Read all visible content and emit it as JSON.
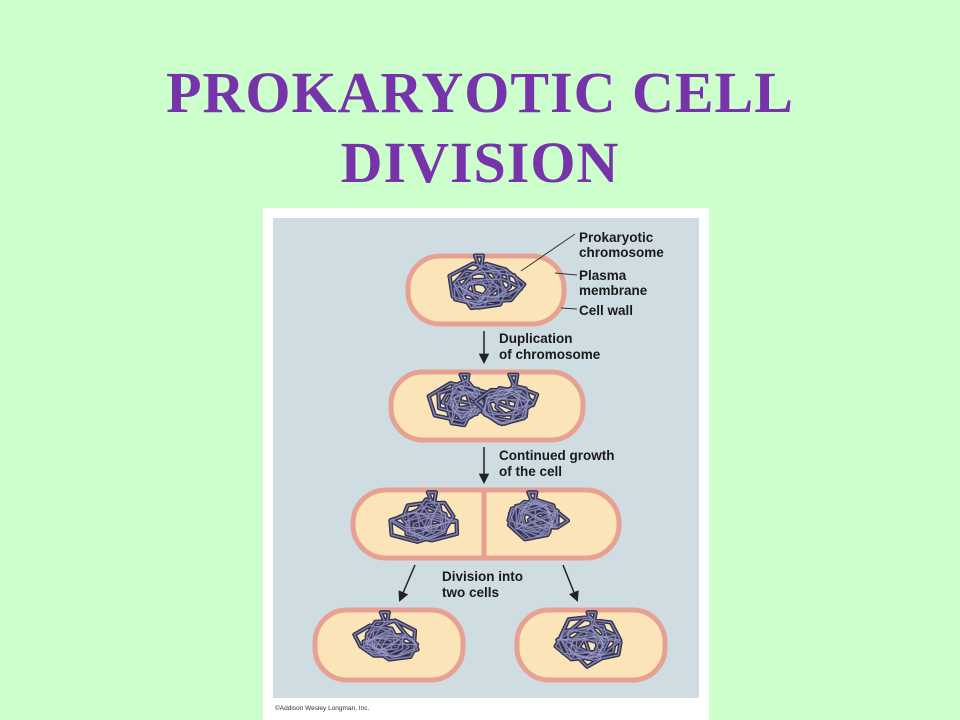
{
  "slide": {
    "title_line1": "PROKARYOTIC CELL",
    "title_line2": "DIVISION"
  },
  "figure": {
    "labels": {
      "chromosome_1": "Prokaryotic",
      "chromosome_2": "chromosome",
      "membrane_1": "Plasma",
      "membrane_2": "membrane",
      "cell_wall": "Cell wall"
    },
    "steps": {
      "duplication_1": "Duplication",
      "duplication_2": "of chromosome",
      "growth_1": "Continued growth",
      "growth_2": "of the cell",
      "division_1": "Division into",
      "division_2": "two cells"
    },
    "credit": "©Addison Wesley Longman, Inc."
  },
  "colors": {
    "background": "#ccffcc",
    "title": "#7733aa",
    "diagram_panel": "#cfdde2",
    "cell_wall": "#e7a193",
    "cytoplasm": "#fbe4b8",
    "chromosome": "#50507a"
  }
}
